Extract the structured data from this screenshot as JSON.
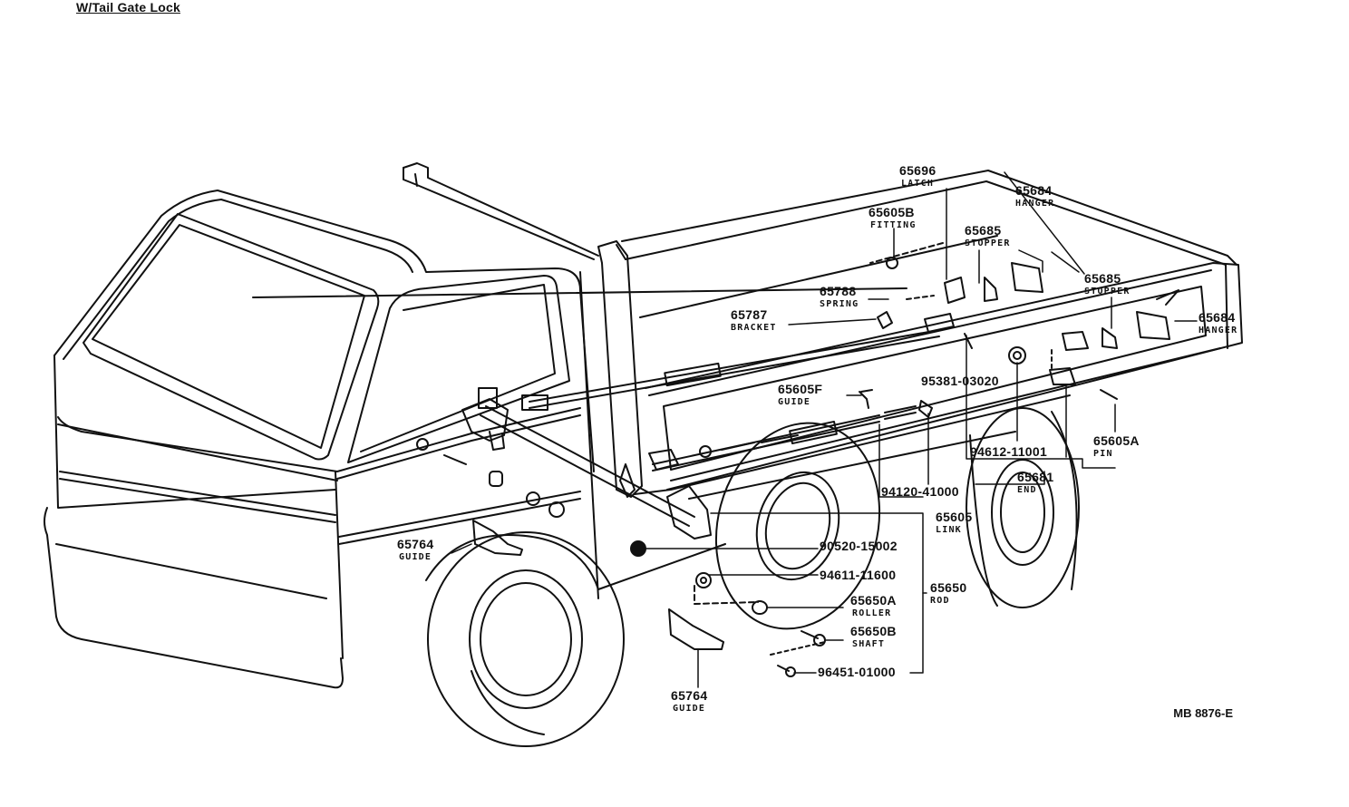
{
  "title": "W/Tail Gate Lock",
  "figure_id": "MB 8876-E",
  "parts": {
    "p65696": {
      "code": "65696",
      "name": "LATCH"
    },
    "p65605B": {
      "code": "65605B",
      "name": "FITTING"
    },
    "p65685a": {
      "code": "65685",
      "name": "STOPPER"
    },
    "p65684a": {
      "code": "65684",
      "name": "HANGER"
    },
    "p65788": {
      "code": "65788",
      "name": "SPRING"
    },
    "p65787": {
      "code": "65787",
      "name": "BRACKET"
    },
    "p65685b": {
      "code": "65685",
      "name": "STOPPER"
    },
    "p65684b": {
      "code": "65684",
      "name": "HANGER"
    },
    "p95381": {
      "code": "95381-03020"
    },
    "p65605F": {
      "code": "65605F",
      "name": "GUIDE"
    },
    "p94612": {
      "code": "94612-11001"
    },
    "p65605A": {
      "code": "65605A",
      "name": "PIN"
    },
    "p65681": {
      "code": "65681",
      "name": "END"
    },
    "p94120": {
      "code": "94120-41000"
    },
    "p65605": {
      "code": "65605",
      "name": "LINK"
    },
    "p65764a": {
      "code": "65764",
      "name": "GUIDE"
    },
    "p90520": {
      "code": "90520-15002"
    },
    "p94611": {
      "code": "94611-11600"
    },
    "p65650": {
      "code": "65650",
      "name": "ROD"
    },
    "p65650A": {
      "code": "65650A",
      "name": "ROLLER"
    },
    "p65650B": {
      "code": "65650B",
      "name": "SHAFT"
    },
    "p96451": {
      "code": "96451-01000"
    },
    "p65764b": {
      "code": "65764",
      "name": "GUIDE"
    }
  }
}
